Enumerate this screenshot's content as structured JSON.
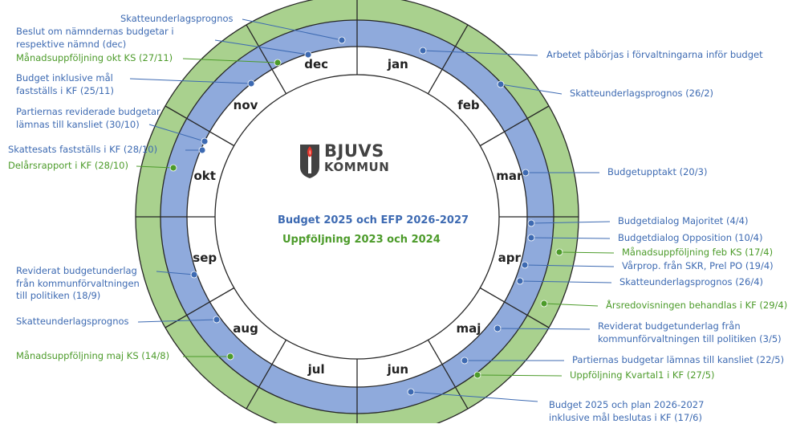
{
  "colors": {
    "green_ring": "#a9d18e",
    "blue_ring": "#8faadc",
    "blue_text": "#3d6ab2",
    "green_text": "#4c9b2a",
    "ring_line": "#262626"
  },
  "months": [
    "jan",
    "feb",
    "mar",
    "apr",
    "maj",
    "jun",
    "jul",
    "aug",
    "sep",
    "okt",
    "nov",
    "dec"
  ],
  "logo": {
    "line1": "BJUVS",
    "line2": "KOMMUN",
    "icon": "bjuv-shield-flame-icon"
  },
  "center": {
    "title_blue": "Budget 2025 och EFP 2026-2027",
    "title_green": "Uppföljning 2023 och 2024"
  },
  "annotations": [
    {
      "id": "skatt-dec",
      "color": "blue",
      "lines": [
        "Skatteunderlagsprognos"
      ]
    },
    {
      "id": "beslut-dec",
      "color": "blue",
      "lines": [
        "Beslut om nämndernas budgetar i",
        "respektive nämnd (dec)"
      ]
    },
    {
      "id": "mu-okt",
      "color": "green",
      "lines": [
        "Månadsuppföljning okt KS (27/11)"
      ]
    },
    {
      "id": "budget-kf",
      "color": "blue",
      "lines": [
        "Budget inklusive mål",
        "fastställs i KF (25/11)"
      ]
    },
    {
      "id": "reviderade",
      "color": "blue",
      "lines": [
        "Partiernas reviderade budgetar",
        "lämnas till kansliet (30/10)"
      ]
    },
    {
      "id": "skattesats",
      "color": "blue",
      "lines": [
        "Skattesats fastställs i KF (28/10)"
      ]
    },
    {
      "id": "delars",
      "color": "green",
      "lines": [
        "Delårsrapport i KF (28/10)"
      ]
    },
    {
      "id": "reviderat-sep",
      "color": "blue",
      "lines": [
        "Reviderat budgetunderlag",
        "från kommunförvaltningen",
        "till politiken (18/9)"
      ]
    },
    {
      "id": "skatt-aug",
      "color": "blue",
      "lines": [
        "Skatteunderlagsprognos"
      ]
    },
    {
      "id": "mu-maj",
      "color": "green",
      "lines": [
        "Månadsuppföljning maj KS (14/8)"
      ]
    },
    {
      "id": "arbetet",
      "color": "blue",
      "lines": [
        "Arbetet påbörjas i förvaltningarna inför budget"
      ]
    },
    {
      "id": "skatt-feb",
      "color": "blue",
      "lines": [
        "Skatteunderlagsprognos (26/2)"
      ]
    },
    {
      "id": "upptakt",
      "color": "blue",
      "lines": [
        "Budgetupptakt (20/3)"
      ]
    },
    {
      "id": "dialog-maj",
      "color": "blue",
      "lines": [
        "Budgetdialog Majoritet (4/4)"
      ]
    },
    {
      "id": "dialog-opp",
      "color": "blue",
      "lines": [
        "Budgetdialog Opposition (10/4)"
      ]
    },
    {
      "id": "mu-feb",
      "color": "green",
      "lines": [
        "Månadsuppföljning feb KS (17/4)"
      ]
    },
    {
      "id": "varprop",
      "color": "blue",
      "lines": [
        "Vårprop. från SKR, Prel PO (19/4)"
      ]
    },
    {
      "id": "skatt-apr",
      "color": "blue",
      "lines": [
        "Skatteunderlagsprognos (26/4)"
      ]
    },
    {
      "id": "arsred",
      "color": "green",
      "lines": [
        "Årsredovisningen behandlas i KF (29/4)"
      ]
    },
    {
      "id": "reviderat-maj",
      "color": "blue",
      "lines": [
        "Reviderat budgetunderlag från",
        "kommunförvaltningen till politiken (3/5)"
      ]
    },
    {
      "id": "partiernas",
      "color": "blue",
      "lines": [
        "Partiernas budgetar lämnas till kansliet (22/5)"
      ]
    },
    {
      "id": "kvartal1",
      "color": "green",
      "lines": [
        "Uppföljning Kvartal1 i KF (27/5)"
      ]
    },
    {
      "id": "beslutas-jun",
      "color": "blue",
      "lines": [
        "Budget 2025 och plan 2026-2027",
        "inklusive mål beslutas i KF (17/6)"
      ]
    }
  ]
}
